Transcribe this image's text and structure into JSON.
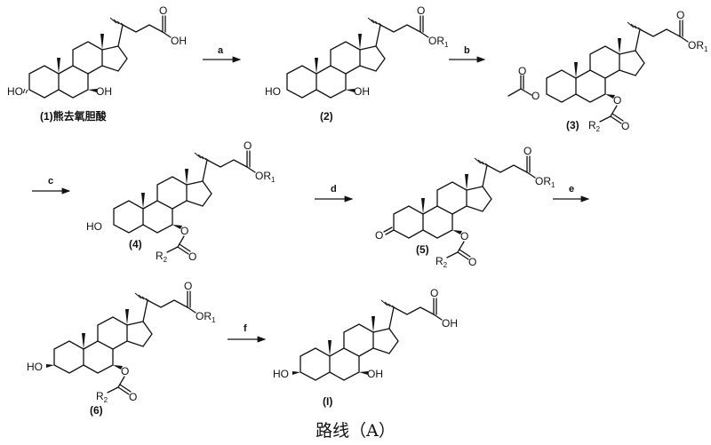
{
  "scheme": {
    "title": "路线（A）",
    "compounds": [
      {
        "id": "1",
        "label": "(1)熊去氧胆酸",
        "c3": "HO (alpha)",
        "c7": "OH (beta)",
        "terminal": "OH"
      },
      {
        "id": "2",
        "label": "(2)",
        "c3": "HO (alpha)",
        "c7": "OH (beta)",
        "terminal": "OR1"
      },
      {
        "id": "3",
        "label": "(3)",
        "c3": "OAc (alpha)",
        "c7": "OC(O)R2 (beta)",
        "terminal": "OR1"
      },
      {
        "id": "4",
        "label": "(4)",
        "c3": "HO (alpha)",
        "c7": "OC(O)R2 (beta)",
        "terminal": "OR1"
      },
      {
        "id": "5",
        "label": "(5)",
        "c3": "O= (ketone)",
        "c7": "OC(O)R2 (beta)",
        "terminal": "OR1"
      },
      {
        "id": "6",
        "label": "(6)",
        "c3": "HO (beta)",
        "c7": "OC(O)R2 (beta)",
        "terminal": "OR1"
      },
      {
        "id": "I",
        "label": "(I)",
        "c3": "HO (beta)",
        "c7": "OH (beta)",
        "terminal": "OH"
      }
    ],
    "arrows": [
      {
        "label": "a",
        "from": "1",
        "to": "2"
      },
      {
        "label": "b",
        "from": "2",
        "to": "3"
      },
      {
        "label": "c",
        "from": "3",
        "to": "4"
      },
      {
        "label": "d",
        "from": "4",
        "to": "5"
      },
      {
        "label": "e",
        "from": "5",
        "to": "6"
      },
      {
        "label": "f",
        "from": "6",
        "to": "I"
      }
    ],
    "atoms": {
      "HO": "HO",
      "OH": "OH",
      "O": "O",
      "OR": "OR",
      "R": "R",
      "sub1": "1",
      "sub2": "2"
    }
  }
}
